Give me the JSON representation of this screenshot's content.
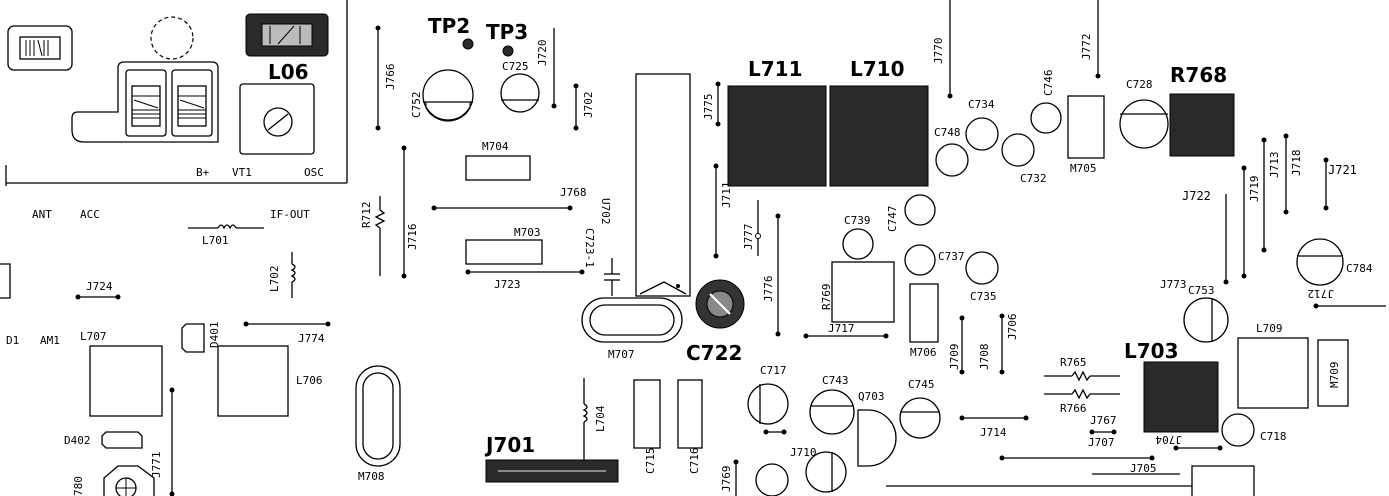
{
  "big_labels": {
    "tp2": "TP2",
    "tp3": "TP3",
    "l06": "L06",
    "l711": "L711",
    "l710": "L710",
    "r768": "R768",
    "c722": "C722",
    "l703": "L703",
    "j701": "J701"
  },
  "labels": {
    "b_plus": "B+",
    "vt1": "VT1",
    "osc": "OSC",
    "ant": "ANT",
    "acc": "ACC",
    "if_out": "IF-OUT",
    "d1": "D1",
    "am1": "AM1",
    "l701": "L701",
    "l702": "L702",
    "l707": "L707",
    "l706": "L706",
    "d401": "D401",
    "d402": "D402",
    "n780": "780",
    "m708": "M708",
    "m707": "M707",
    "m704": "M704",
    "m703": "M703",
    "m705": "M705",
    "m706": "M706",
    "m709": "M709",
    "r712": "R712",
    "r769": "R769",
    "r765": "R765",
    "r766": "R766",
    "u702": "U702",
    "c723": "C723-1",
    "c752": "C752",
    "c725": "C725",
    "c728": "C728",
    "c734": "C734",
    "c746": "C746",
    "c748": "C748",
    "c732": "C732",
    "c739": "C739",
    "c747": "C747",
    "c737": "C737",
    "c735": "C735",
    "c784": "C784",
    "c753": "C753",
    "c717": "C717",
    "c743": "C743",
    "c745": "C745",
    "c715": "C715",
    "c716": "C716",
    "c718": "C718",
    "q703": "Q703",
    "l709": "L709",
    "l704": "L704",
    "j766": "J766",
    "j720": "J720",
    "j702": "J702",
    "j775": "J775",
    "j770": "J770",
    "j772": "J772",
    "j711": "J711",
    "j777": "J777",
    "j776": "J776",
    "j768": "J768",
    "j716": "J716",
    "j723": "J723",
    "j724": "J724",
    "j774": "J774",
    "j771": "J771",
    "j769": "J769",
    "j710": "J710",
    "j717": "J717",
    "j709": "J709",
    "j708": "J708",
    "j706": "J706",
    "j714": "J714",
    "j767": "J767",
    "j707": "J707",
    "j704": "J704",
    "j705": "J705",
    "j722": "J722",
    "j719": "J719",
    "j713": "J713",
    "j718": "J718",
    "j721": "J721",
    "j712": "J712",
    "j773": "J773"
  }
}
